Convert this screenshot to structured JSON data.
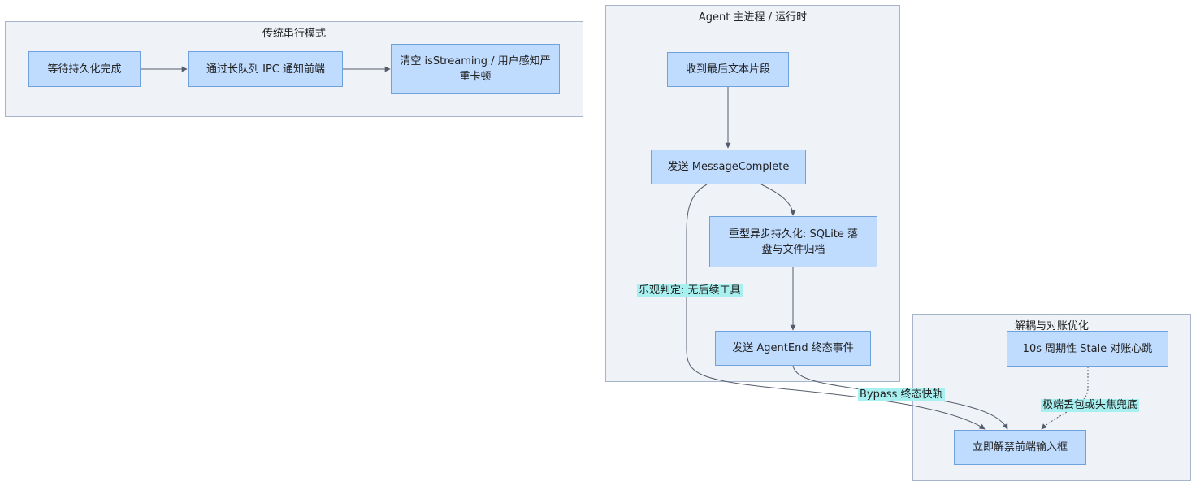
{
  "clusters": {
    "serial": {
      "title": "传统串行模式"
    },
    "agent": {
      "title": "Agent 主进程 / 运行时"
    },
    "decouple": {
      "title": "解耦与对账优化"
    }
  },
  "nodes": {
    "wait_persist": "等待持久化完成",
    "ipc_notify": "通过长队列 IPC 通知前端",
    "clear_streaming": "清空 isStreaming / 用户感知严重卡顿",
    "receive_last": "收到最后文本片段",
    "send_message_complete": "发送 MessageComplete",
    "heavy_persist": "重型异步持久化: SQLite 落盘与文件归档",
    "send_agent_end": "发送 AgentEnd 终态事件",
    "heartbeat": "10s 周期性 Stale 对账心跳",
    "unlock_input": "立即解禁前端输入框"
  },
  "edge_labels": {
    "optimistic": "乐观判定: 无后续工具",
    "bypass": "Bypass 终态快轨",
    "fallback": "极端丢包或失焦兜底"
  },
  "colors": {
    "node_fill": "#bfdbfe",
    "node_border": "#6fa0e0",
    "cluster_fill": "#eff3f8",
    "cluster_border": "#a8b4cc",
    "edge": "#555c6b",
    "label_fill": "#a8f0f0"
  }
}
